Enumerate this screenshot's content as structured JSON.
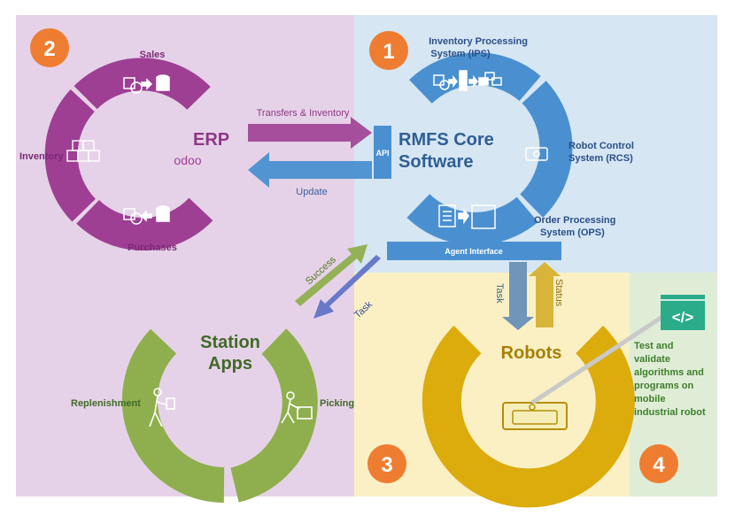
{
  "badges": {
    "erp": "2",
    "core": "1",
    "robots": "3",
    "test": "4"
  },
  "erp": {
    "title": "ERP",
    "logo": "odoo",
    "sales": "Sales",
    "inventory": "Inventory",
    "purchases": "Purchases"
  },
  "core": {
    "title_line1": "RMFS Core",
    "title_line2": "Software",
    "api": "API",
    "ips_line1": "Inventory Processing",
    "ips_line2": "System (IPS)",
    "rcs_line1": "Robot Control",
    "rcs_line2": "System (RCS)",
    "ops_line1": "Order Processing",
    "ops_line2": "System (OPS)",
    "agent_interface": "Agent Interface"
  },
  "flows": {
    "transfers": "Transfers & Inventory",
    "update": "Update",
    "success": "Success",
    "task_station": "Task",
    "task_robot": "Task",
    "status": "Status"
  },
  "station": {
    "title_line1": "Station",
    "title_line2": "Apps",
    "replenishment": "Replenishment",
    "picking": "Picking"
  },
  "robots": {
    "title": "Robots"
  },
  "test": {
    "code_glyph": "</>",
    "lines": [
      "Test and",
      "validate",
      "algorithms and",
      "programs on",
      "mobile",
      "industrial robot"
    ]
  },
  "colors": {
    "erp_panel": "#e6d2e8",
    "core_panel": "#d6e6f3",
    "robots_panel": "#faf0c4",
    "test_panel": "#dfedd7",
    "erp_ring": "#9e3f94",
    "core_ring": "#4a90d0",
    "station_ring": "#8faf4e",
    "robot_ring": "#dcab0c",
    "badge": "#ee7d31",
    "code_box": "#2aab8a"
  }
}
